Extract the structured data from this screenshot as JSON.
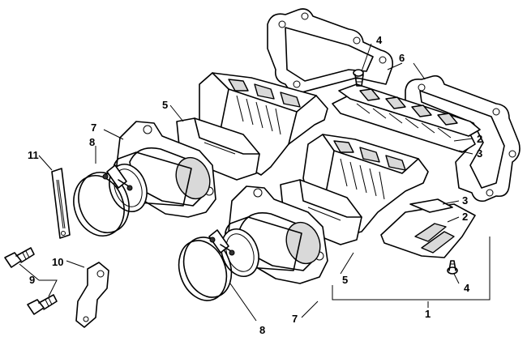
{
  "callouts": [
    {
      "id": "c1",
      "text": "1"
    },
    {
      "id": "c2a",
      "text": "2"
    },
    {
      "id": "c2b",
      "text": "2"
    },
    {
      "id": "c3a",
      "text": "3"
    },
    {
      "id": "c3b",
      "text": "3"
    },
    {
      "id": "c4a",
      "text": "4"
    },
    {
      "id": "c4b",
      "text": "4"
    },
    {
      "id": "c5a",
      "text": "5"
    },
    {
      "id": "c5b",
      "text": "5"
    },
    {
      "id": "c6",
      "text": "6"
    },
    {
      "id": "c7a",
      "text": "7"
    },
    {
      "id": "c7b",
      "text": "7"
    },
    {
      "id": "c8a",
      "text": "8"
    },
    {
      "id": "c8b",
      "text": "8"
    },
    {
      "id": "c9",
      "text": "9"
    },
    {
      "id": "c10",
      "text": "10"
    },
    {
      "id": "c11",
      "text": "11"
    }
  ]
}
